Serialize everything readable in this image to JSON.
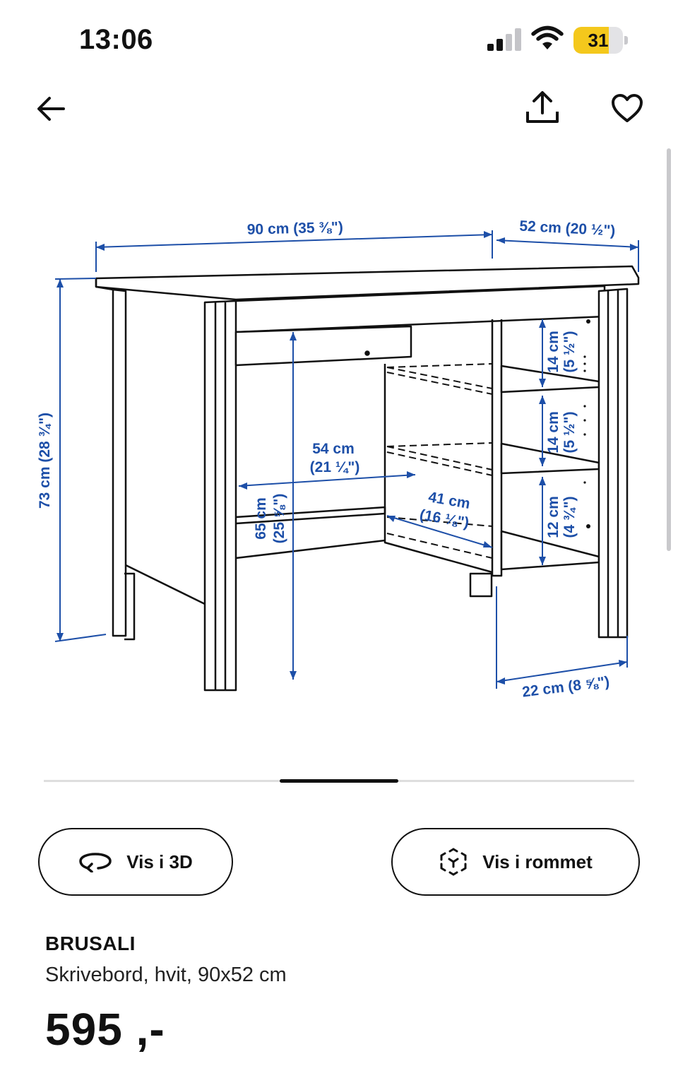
{
  "status_bar": {
    "time": "13:06",
    "battery_level": "31",
    "battery_fraction": 0.31,
    "signal_icon": "cellular-signal-icon",
    "wifi_icon": "wifi-icon",
    "battery_color": "#f4c81c"
  },
  "nav": {
    "back_icon": "arrow-left-icon",
    "share_icon": "share-icon",
    "favorite_icon": "heart-icon"
  },
  "product_image": {
    "alt": "BRUSALI",
    "dimension_color": "#1d4fa8",
    "dimensions": {
      "width": "90 cm (35 ⅜\")",
      "depth": "52 cm (20 ½\")",
      "height": "73 cm (28 ¾\")",
      "leg_height": "65 cm",
      "leg_height_in": "(25 ⅝\")",
      "knee_width": "54 cm",
      "knee_width_in": "(21 ¼\")",
      "knee_depth": "41 cm",
      "knee_depth_in": "(16 ⅛\")",
      "shelf_top": "14 cm",
      "shelf_top_in": "(5 ½\")",
      "shelf_mid": "14 cm",
      "shelf_mid_in": "(5 ½\")",
      "shelf_bottom": "12 cm",
      "shelf_bottom_in": "(4 ¾\")",
      "shelf_depth": "22 cm (8 ⅝\")"
    }
  },
  "carousel": {
    "position_fraction": 0.5
  },
  "actions": {
    "view_3d": {
      "label": "Vis i 3D",
      "icon": "rotate-3d-icon"
    },
    "view_in_room": {
      "label": "Vis i rommet",
      "icon": "ar-cube-icon"
    }
  },
  "product": {
    "name": "BRUSALI",
    "description": "Skrivebord, hvit, 90x52 cm",
    "price": "595 ,-"
  }
}
